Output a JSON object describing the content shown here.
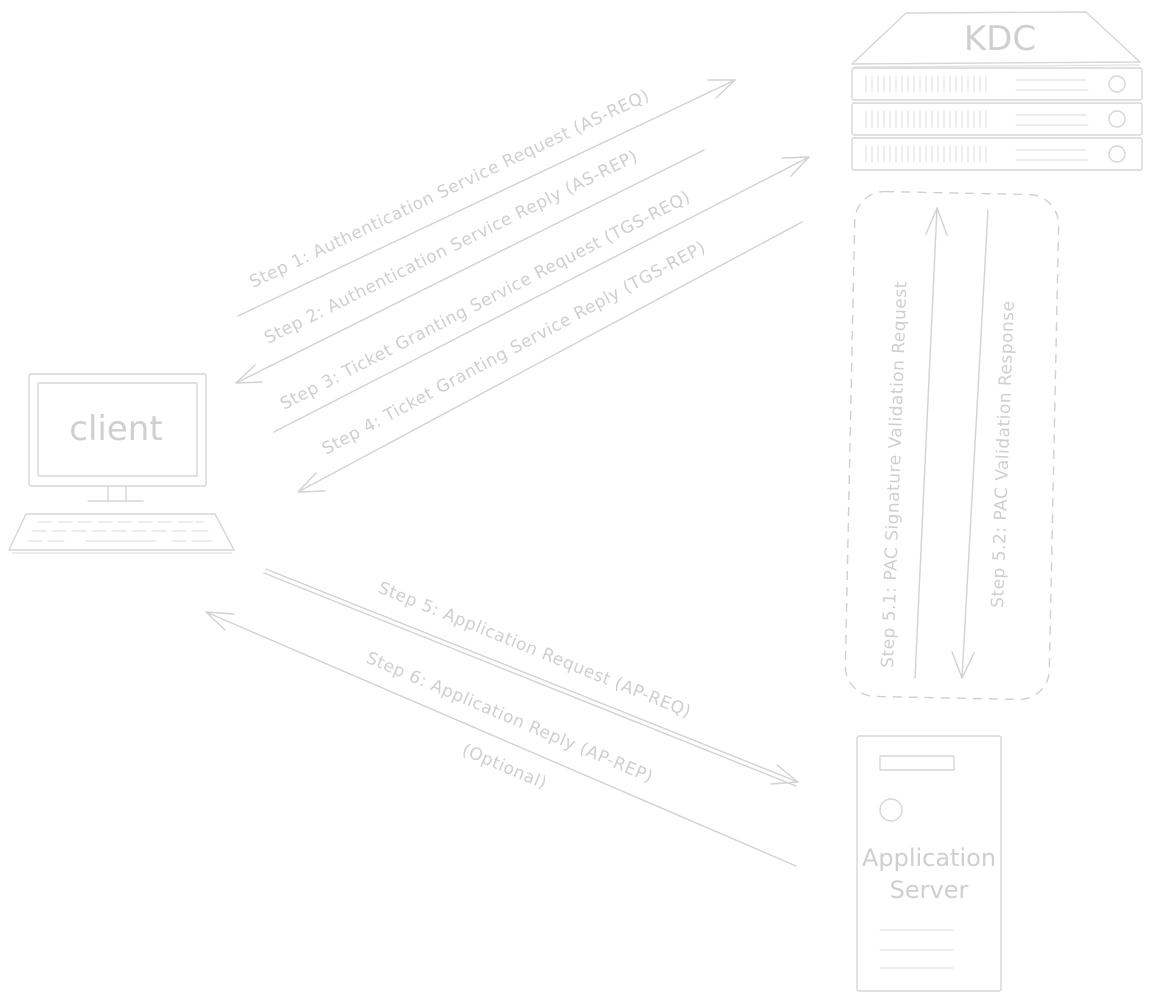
{
  "nodes": {
    "kdc": "KDC",
    "client": "client",
    "app_server_line1": "Application",
    "app_server_line2": "Server"
  },
  "steps": {
    "step1": "Step 1: Authentication Service Request (AS-REQ)",
    "step2": "Step 2: Authentication Service Reply (AS-REP)",
    "step3": "Step 3: Ticket Granting Service Request (TGS-REQ)",
    "step4": "Step 4: Ticket Granting Service Reply (TGS-REP)",
    "step5": "Step 5: Application Request (AP-REQ)",
    "step6": "Step 6: Application Reply (AP-REP)",
    "step6_note": "(Optional)",
    "step5_1": "Step 5.1: PAC Signature Validation Request",
    "step5_2": "Step 5.2: PAC Validation Response"
  },
  "colors": {
    "stroke": "#d6d6d6",
    "text": "#cfcfcf",
    "background": "#ffffff"
  }
}
